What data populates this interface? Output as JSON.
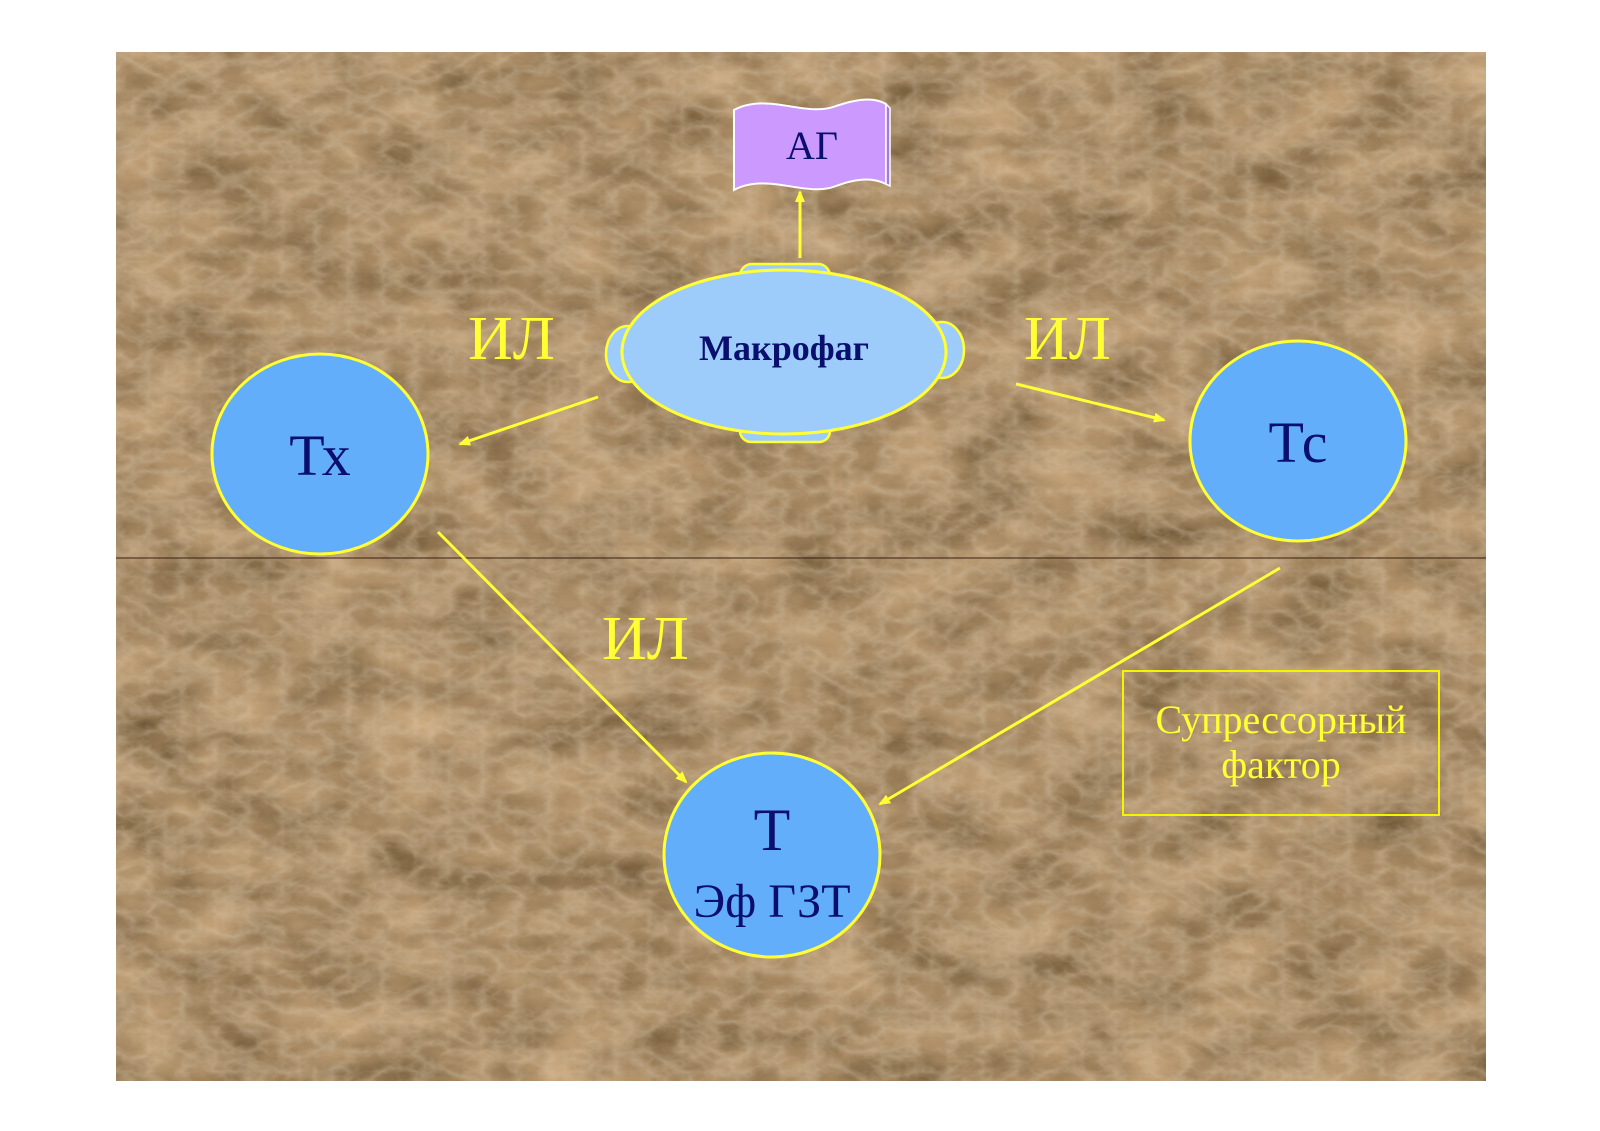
{
  "diagram": {
    "antigen_label": "АГ",
    "macrophage_label": "Макрофаг",
    "th_label": "Тх",
    "ts_label": "Тс",
    "effector_label_line1": "Т",
    "effector_label_line2": "Эф ГЗТ",
    "il_left": "ИЛ",
    "il_right": "ИЛ",
    "il_bottom": "ИЛ",
    "suppressor_line1": "Супрессорный",
    "suppressor_line2": "фактор"
  },
  "colors": {
    "background": "#5a3a1e",
    "arrow": "#ffff33",
    "cell_fill": "#63aefb",
    "macrophage_fill": "#9dccfb",
    "antigen_fill": "#cc99ff",
    "cell_text": "#0a0f6e"
  }
}
